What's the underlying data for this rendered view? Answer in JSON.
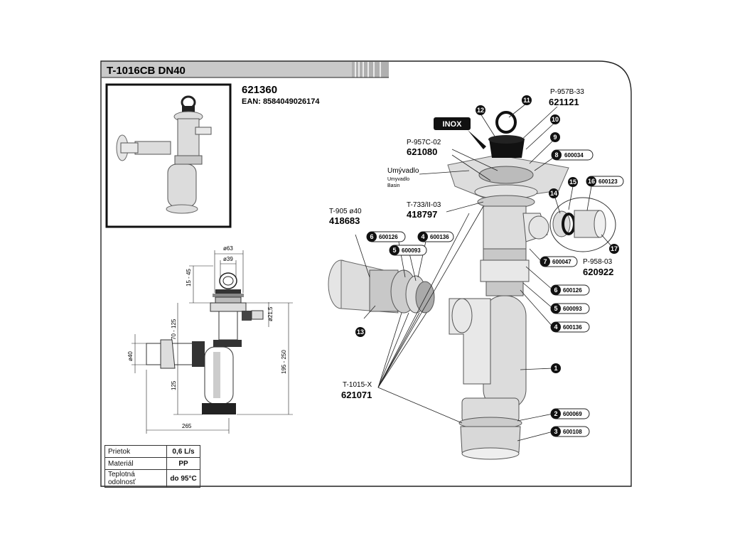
{
  "header": {
    "title": "T-1016CB DN40"
  },
  "product": {
    "code": "621360",
    "ean": "EAN: 8584049026174"
  },
  "spec_table": [
    {
      "label": "Prietok",
      "value": "0,6 L/s"
    },
    {
      "label": "Materiál",
      "value": "PP"
    },
    {
      "label": "Teplotná odolnosť",
      "value": "do 95°C"
    }
  ],
  "dimensions": {
    "d63": "ø63",
    "d39": "ø39",
    "h15_45": "15 - 45",
    "h70_125": "70 - 125",
    "d21_5": "ø21,5",
    "d40": "ø40",
    "h125": "125",
    "h195_250": "195 - 250",
    "w265": "265"
  },
  "labels": {
    "inox": "INOX",
    "p957b": "P-957B-33",
    "p957b_code": "621121",
    "p957c": "P-957C-02",
    "p957c_code": "621080",
    "umyvadlo1": "Umývadlo",
    "umyvadlo2": "Umyvadlo",
    "basin": "Basin",
    "t733": "T-733/II-03",
    "t733_code": "418797",
    "t905": "T-905 ø40",
    "t905_code": "418683",
    "t1015": "T-1015-X",
    "t1015_code": "621071",
    "p958": "P-958-03",
    "p958_code": "620922"
  },
  "callouts": [
    {
      "num": "12"
    },
    {
      "num": "11"
    },
    {
      "num": "10"
    },
    {
      "num": "9"
    },
    {
      "num": "8",
      "code": "600034"
    },
    {
      "num": "14"
    },
    {
      "num": "15"
    },
    {
      "num": "16",
      "code": "600123"
    },
    {
      "num": "17"
    },
    {
      "num": "6",
      "code": "600126"
    },
    {
      "num": "4",
      "code": "600136"
    },
    {
      "num": "5",
      "code": "600093"
    },
    {
      "num": "7",
      "code": "600047"
    },
    {
      "num": "6",
      "code": "600126"
    },
    {
      "num": "5",
      "code": "600093"
    },
    {
      "num": "4",
      "code": "600136"
    },
    {
      "num": "1"
    },
    {
      "num": "2",
      "code": "600069"
    },
    {
      "num": "3",
      "code": "600108"
    },
    {
      "num": "13"
    }
  ]
}
